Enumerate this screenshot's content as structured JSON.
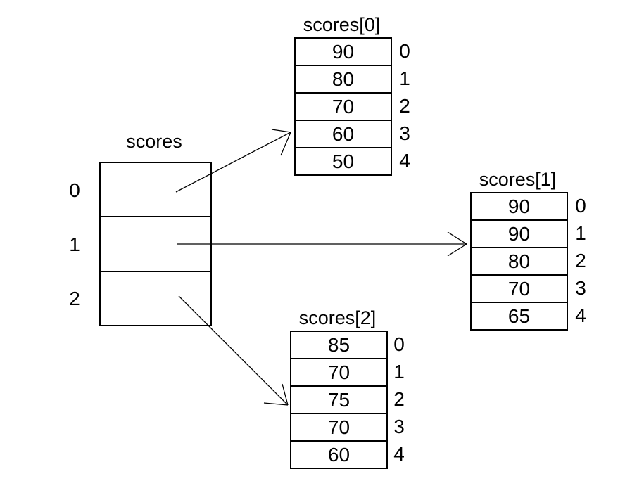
{
  "diagram": {
    "description_colors": {
      "line": "#000000",
      "text": "#000000",
      "background": "#ffffff"
    },
    "pointer": {
      "title": "scores",
      "indices": [
        "0",
        "1",
        "2"
      ]
    },
    "arrays": [
      {
        "title": "scores[0]",
        "values": [
          "90",
          "80",
          "70",
          "60",
          "50"
        ],
        "indices": [
          "0",
          "1",
          "2",
          "3",
          "4"
        ]
      },
      {
        "title": "scores[1]",
        "values": [
          "90",
          "90",
          "80",
          "70",
          "65"
        ],
        "indices": [
          "0",
          "1",
          "2",
          "3",
          "4"
        ]
      },
      {
        "title": "scores[2]",
        "values": [
          "85",
          "70",
          "75",
          "70",
          "60"
        ],
        "indices": [
          "0",
          "1",
          "2",
          "3",
          "4"
        ]
      }
    ]
  }
}
